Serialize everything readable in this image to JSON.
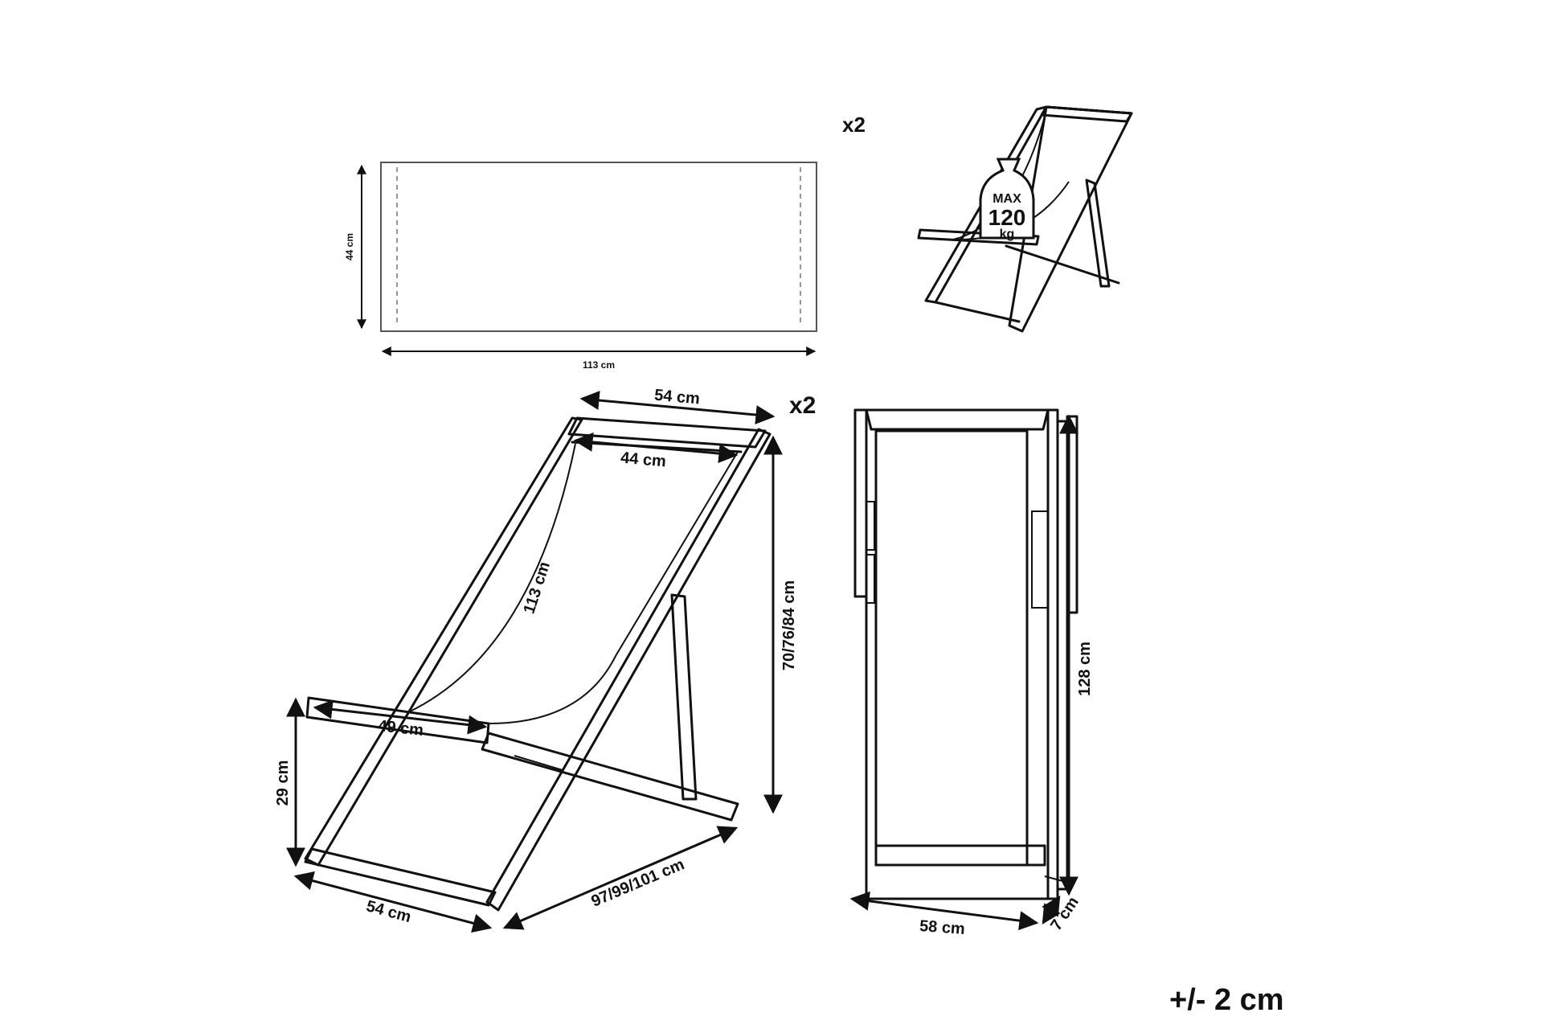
{
  "fabric_panel": {
    "width_label": "113 cm",
    "height_label": "44 cm"
  },
  "quantity": {
    "top": "x2",
    "main": "x2"
  },
  "weight_badge": {
    "line1": "MAX",
    "line2": "120",
    "line3": "kg"
  },
  "chair_side": {
    "top_width": "54 cm",
    "inner_width": "44 cm",
    "fabric_length": "113 cm",
    "height": "70/76/84 cm",
    "armrest": "49 cm",
    "seat_height": "29 cm",
    "base_width": "54 cm",
    "depth": "97/99/101 cm"
  },
  "chair_folded": {
    "height": "128 cm",
    "width": "58 cm",
    "thickness": "7 cm"
  },
  "tolerance": "+/- 2 cm"
}
